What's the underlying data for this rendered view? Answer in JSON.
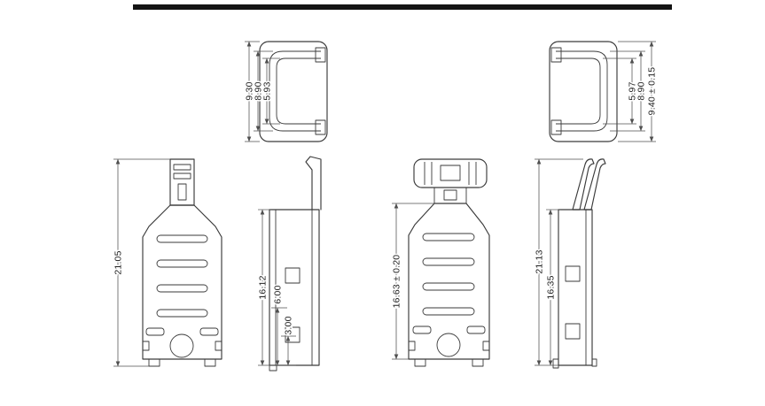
{
  "colors": {
    "background": "#ffffff",
    "frame": "#141414",
    "line": "#3a3a3a",
    "dim": "#4f4f4f",
    "text": "#222222"
  },
  "dimensions": {
    "top_left": {
      "inner": "5.93",
      "mid": "8.90",
      "outer": "9.30"
    },
    "top_right": {
      "inner": "5.97",
      "mid": "8.90",
      "outer": "9.40 ± 0.15"
    },
    "front_left": {
      "height": "21.05"
    },
    "side_left": {
      "height": "16.12",
      "mid": "6.00",
      "lower": "3.00"
    },
    "front_center": {
      "height": "16.63 ± 0.20"
    },
    "side_right": {
      "overall": "21.13",
      "body": "16.35"
    }
  }
}
